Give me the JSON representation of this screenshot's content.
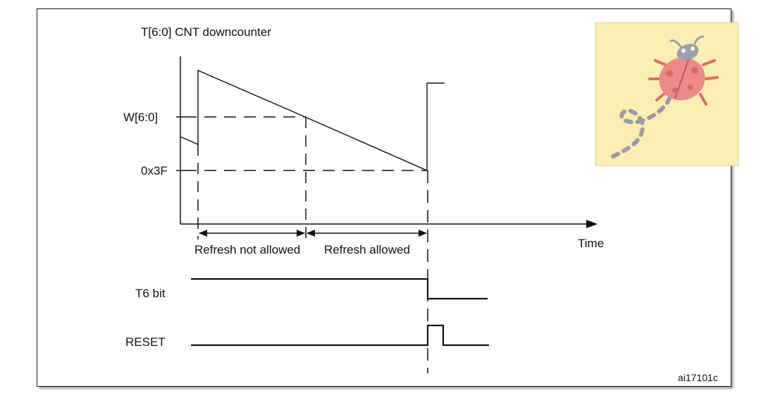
{
  "diagram": {
    "title": "T[6:0] CNT downcounter",
    "levels": {
      "window": "W[6:0]",
      "threshold": "0x3F"
    },
    "axis": {
      "time": "Time"
    },
    "regions": {
      "not_allowed": "Refresh not allowed",
      "allowed": "Refresh allowed"
    },
    "signals": {
      "t6": "T6 bit",
      "reset": "RESET"
    },
    "figure_id": "ai17101c"
  },
  "sticker": {
    "background_color": "#fbeeb2",
    "icon": "ladybug-icon"
  }
}
